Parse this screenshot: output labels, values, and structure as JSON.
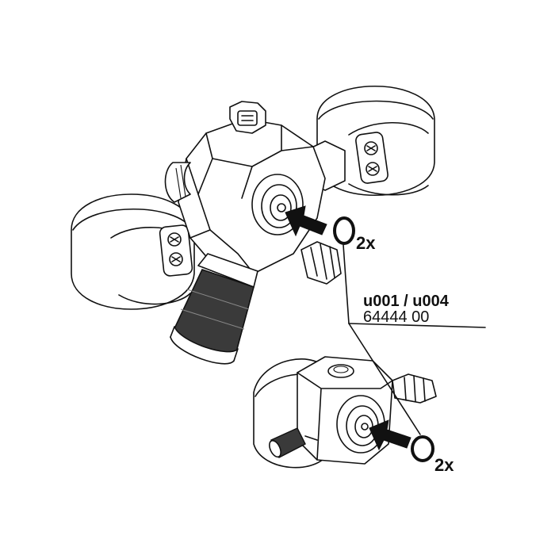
{
  "callouts": {
    "quantity_upper": "2x",
    "quantity_lower": "2x",
    "model_codes": "u001 / u004",
    "part_number": "64444 00"
  },
  "colors": {
    "ink": "#111111",
    "paper": "#ffffff",
    "knob": "#3a3a3a"
  }
}
